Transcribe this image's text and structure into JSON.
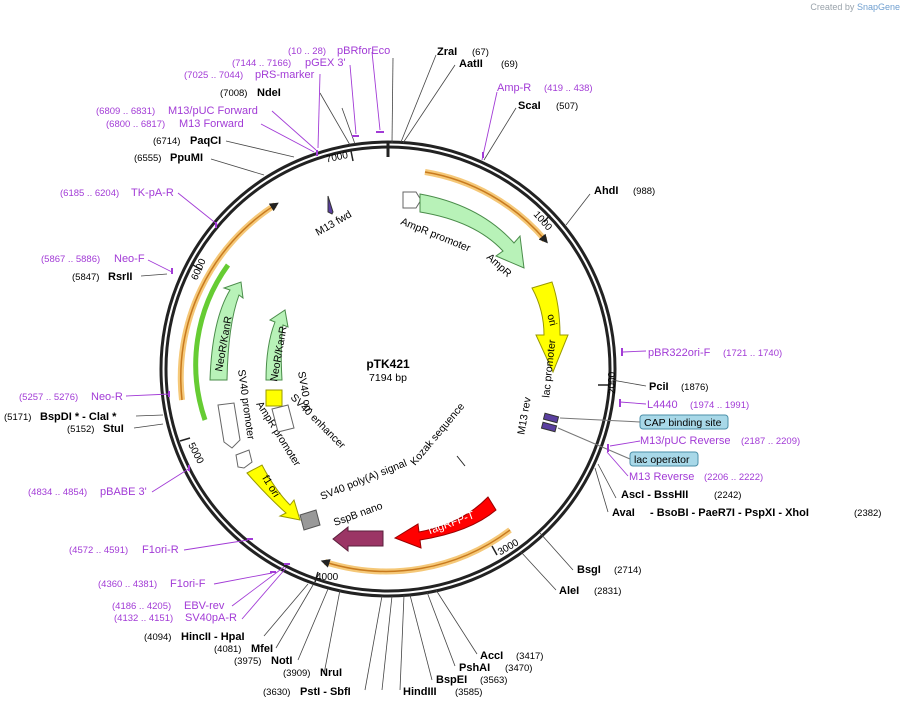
{
  "credit": {
    "prefix": "Created by",
    "brand": "SnapGene"
  },
  "plasmid": {
    "name": "pTK421",
    "size_label": "7194 bp"
  },
  "ticks": [
    "1000",
    "2000",
    "3000",
    "4000",
    "5000",
    "6000",
    "7000"
  ],
  "enzymes_right": [
    {
      "name": "ZraI",
      "pos": "(67)"
    },
    {
      "name": "AatII",
      "pos": "(69)"
    },
    {
      "name": "ScaI",
      "pos": "(507)"
    },
    {
      "name": "AhdI",
      "pos": "(988)"
    },
    {
      "name": "PciI",
      "pos": "(1876)"
    },
    {
      "name": "AscI",
      "sep1": " - ",
      "name2": "BssHII",
      "pos": "(2242)"
    },
    {
      "name": "AvaI",
      "rest": "- BsoBI  - PaeR7I  - PspXI  - XhoI",
      "pos": "(2382)"
    },
    {
      "name": "BsgI",
      "pos": "(2714)"
    },
    {
      "name": "AleI",
      "pos": "(2831)"
    }
  ],
  "enzymes_bottom": [
    {
      "name": "AccI",
      "pos": "(3417)"
    },
    {
      "name": "PshAI",
      "pos": "(3470)"
    },
    {
      "name": "BspEI",
      "pos": "(3563)"
    },
    {
      "name": "HindIII",
      "pos": "(3585)"
    },
    {
      "name": "PstI  - SbfI",
      "pos": "(3630)"
    },
    {
      "name": "NruI",
      "pos": "(3909)"
    },
    {
      "name": "NotI",
      "pos": "(3975)"
    },
    {
      "name": "MfeI",
      "pos": "(4081)"
    },
    {
      "name": "HincII  - HpaI",
      "pos": "(4094)"
    }
  ],
  "enzymes_left": [
    {
      "name": "StuI",
      "pos": "(5152)"
    },
    {
      "name": "BspDI *  - ClaI *",
      "pos": "(5171)"
    },
    {
      "name": "RsrII",
      "pos": "(5847)"
    },
    {
      "name": "PpuMI",
      "pos": "(6555)"
    },
    {
      "name": "PaqCI",
      "pos": "(6714)"
    },
    {
      "name": "NdeI",
      "pos": "(7008)"
    }
  ],
  "primers": [
    {
      "name": "pBRforEco",
      "pos": "(10 .. 28)"
    },
    {
      "name": "pGEX 3'",
      "pos": "(7144 .. 7166)"
    },
    {
      "name": "pRS-marker",
      "pos": "(7025 .. 7044)"
    },
    {
      "name": "M13/pUC Forward",
      "pos": "(6809 .. 6831)"
    },
    {
      "name": "M13 Forward",
      "pos": "(6800 .. 6817)"
    },
    {
      "name": "TK-pA-R",
      "pos": "(6185 .. 6204)"
    },
    {
      "name": "Neo-F",
      "pos": "(5867 .. 5886)"
    },
    {
      "name": "Neo-R",
      "pos": "(5257 .. 5276)"
    },
    {
      "name": "pBABE 3'",
      "pos": "(4834 .. 4854)"
    },
    {
      "name": "F1ori-R",
      "pos": "(4572 .. 4591)"
    },
    {
      "name": "F1ori-F",
      "pos": "(4360 .. 4381)"
    },
    {
      "name": "EBV-rev",
      "pos": "(4186 .. 4205)"
    },
    {
      "name": "SV40pA-R",
      "pos": "(4132 .. 4151)"
    },
    {
      "name": "Amp-R",
      "pos": "(419 .. 438)"
    },
    {
      "name": "pBR322ori-F",
      "pos": "(1721 .. 1740)"
    },
    {
      "name": "L4440",
      "pos": "(1974 .. 1991)"
    },
    {
      "name": "M13/pUC Reverse",
      "pos": "(2187 .. 2209)"
    },
    {
      "name": "M13 Reverse",
      "pos": "(2206 .. 2222)"
    }
  ],
  "boxes": [
    "CAP binding site",
    "lac operator"
  ],
  "features": {
    "ampr_promoter": "AmpR promoter",
    "ampr": "AmpR",
    "ori": "ori",
    "lac_promoter": "lac promoter",
    "m13_rev": "M13 rev",
    "kozak": "Kozak sequence",
    "tagrfp": "TagRFP-T",
    "sspb": "SspB nano",
    "sv40pa": "SV40 poly(A) signal",
    "f1ori": "f1 ori",
    "ampr_promoter2": "AmpR promoter",
    "sv40_promoter": "SV40 promoter",
    "neor1": "NeoR/KanR",
    "neor2": "NeoR/KanR",
    "sv40_ori": "SV40 ori",
    "sv40_enh": "SV40 enhancer",
    "m13fwd": "M13 fwd"
  },
  "colors": {
    "backbone": "#222222",
    "primer": "#a23bd6",
    "amp": "#b8f2b8",
    "ori": "#ffff00",
    "tagrfp": "#ff0000",
    "sspb": "#9b3565",
    "orange": "#f5a623",
    "box": "#a8d8e8"
  }
}
